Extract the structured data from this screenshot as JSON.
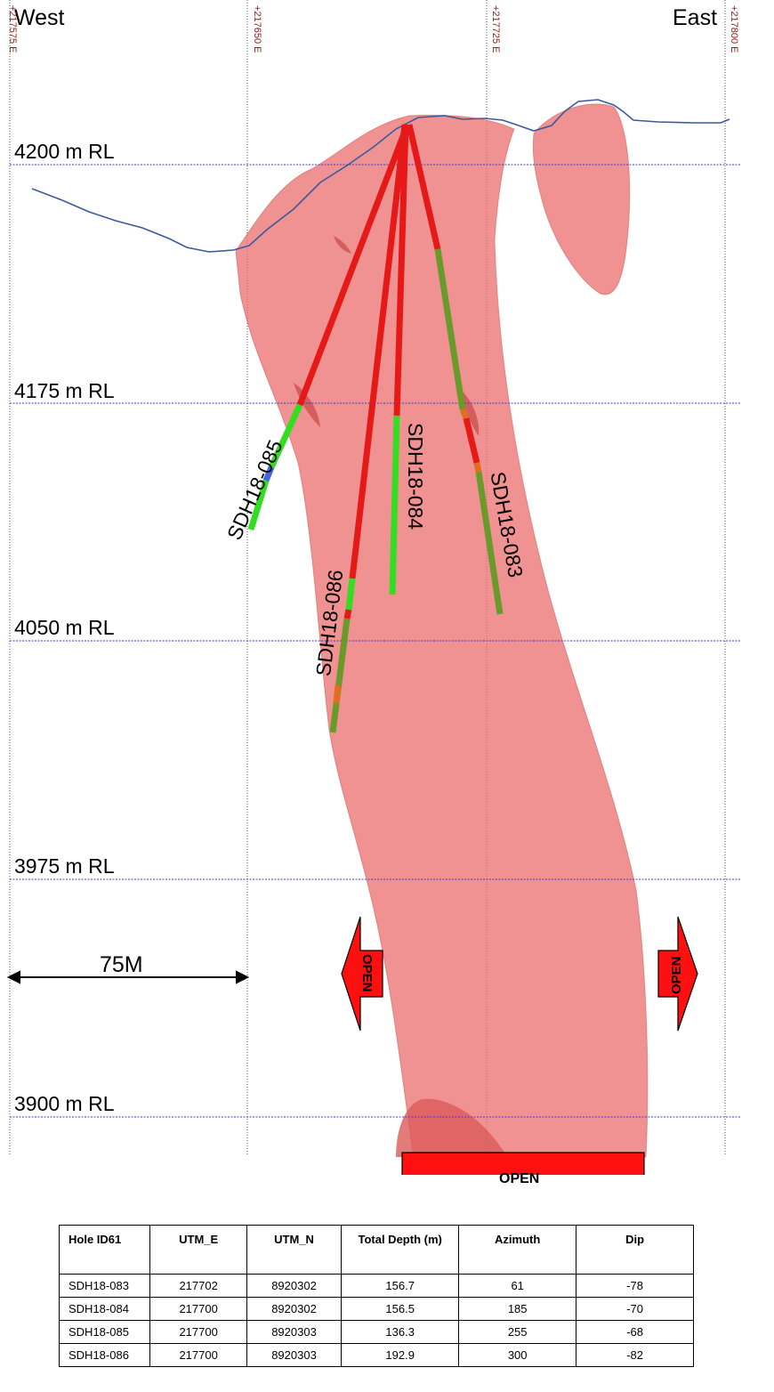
{
  "orientation": {
    "west": "West",
    "east": "East"
  },
  "eastings": [
    "+217575 E",
    "+217650 E",
    "+217725 E",
    "+217800 E"
  ],
  "rl_levels": [
    "4200 m RL",
    "4175 m RL",
    "4050 m RL",
    "3975 m RL",
    "3900 m RL"
  ],
  "drill_holes": [
    "SDH18-085",
    "SDH18-084",
    "SDH18-083",
    "SDH18-086"
  ],
  "scale_bar": {
    "label": "75M"
  },
  "open_arrows": {
    "west": "OPEN",
    "east": "OPEN",
    "bottom": "OPEN"
  },
  "colors": {
    "orebody": "#f08c8c",
    "topography": "#3a5a9c",
    "rl_line": "#3b3bd9",
    "hole_red": "#e61919",
    "hole_green": "#33dd22",
    "open_arrow": "#ff0000"
  },
  "table": {
    "headers": [
      "Hole ID61",
      "UTM_E",
      "UTM_N",
      "Total Depth (m)",
      "Azimuth",
      "Dip"
    ],
    "rows": [
      [
        "SDH18-083",
        "217702",
        "8920302",
        "156.7",
        "61",
        "-78"
      ],
      [
        "SDH18-084",
        "217700",
        "8920302",
        "156.5",
        "185",
        "-70"
      ],
      [
        "SDH18-085",
        "217700",
        "8920303",
        "136.3",
        "255",
        "-68"
      ],
      [
        "SDH18-086",
        "217700",
        "8920303",
        "192.9",
        "300",
        "-82"
      ]
    ]
  }
}
